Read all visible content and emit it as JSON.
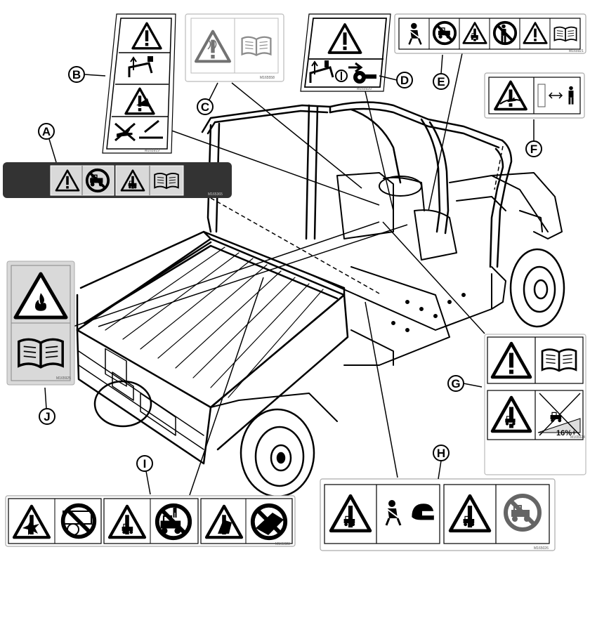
{
  "callouts": {
    "A": "A",
    "B": "B",
    "C": "C",
    "D": "D",
    "E": "E",
    "F": "F",
    "G": "G",
    "H": "H",
    "I": "I",
    "J": "J"
  },
  "part_numbers": {
    "A": "M165365",
    "B": "M165919",
    "C": "M165558",
    "D": "M165920",
    "E": "M165921",
    "G": "M165924",
    "H": "M165026",
    "I": "M165923",
    "J": "M165925"
  },
  "labels": {
    "G_slope_grade": "16%+"
  },
  "icons": {
    "A": [
      "warning-triangle-icon",
      "no-passengers-icon",
      "rollover-warning-icon",
      "operator-manual-icon"
    ],
    "B": [
      "warning-triangle-icon",
      "cargo-box-lock-icon",
      "crush-hazard-icon",
      "no-hands-under-box-icon"
    ],
    "C": [
      "hot-surface-warning-icon",
      "operator-manual-icon"
    ],
    "D": [
      "warning-triangle-icon",
      "tilt-box-icon",
      "remove-key-icon"
    ],
    "E": [
      "seat-belt-icon",
      "no-passengers-icon",
      "rollover-warning-icon",
      "no-reaching-out-icon",
      "warning-triangle-icon",
      "operator-manual-icon"
    ],
    "F": [
      "entanglement-warning-icon",
      "keep-distance-icon"
    ],
    "G": [
      "warning-triangle-icon",
      "operator-manual-icon",
      "tip-over-warning-icon",
      "no-steep-slope-icon"
    ],
    "H": [
      "rollover-warning-icon",
      "seat-belt-helmet-icon",
      "rollover-warning-icon",
      "no-riders-icon"
    ],
    "I": [
      "fire-explosion-warning-icon",
      "no-open-flame-icon",
      "runover-warning-icon",
      "no-riders-on-box-icon",
      "tip-over-warning-icon",
      "no-sharp-turns-icon"
    ],
    "J": [
      "fire-warning-icon",
      "operator-manual-icon"
    ]
  },
  "colors": {
    "line": "#000000",
    "label_bg": "#ffffff",
    "panel_gray": "#d9d9d9",
    "banner_dark": "#333333"
  }
}
